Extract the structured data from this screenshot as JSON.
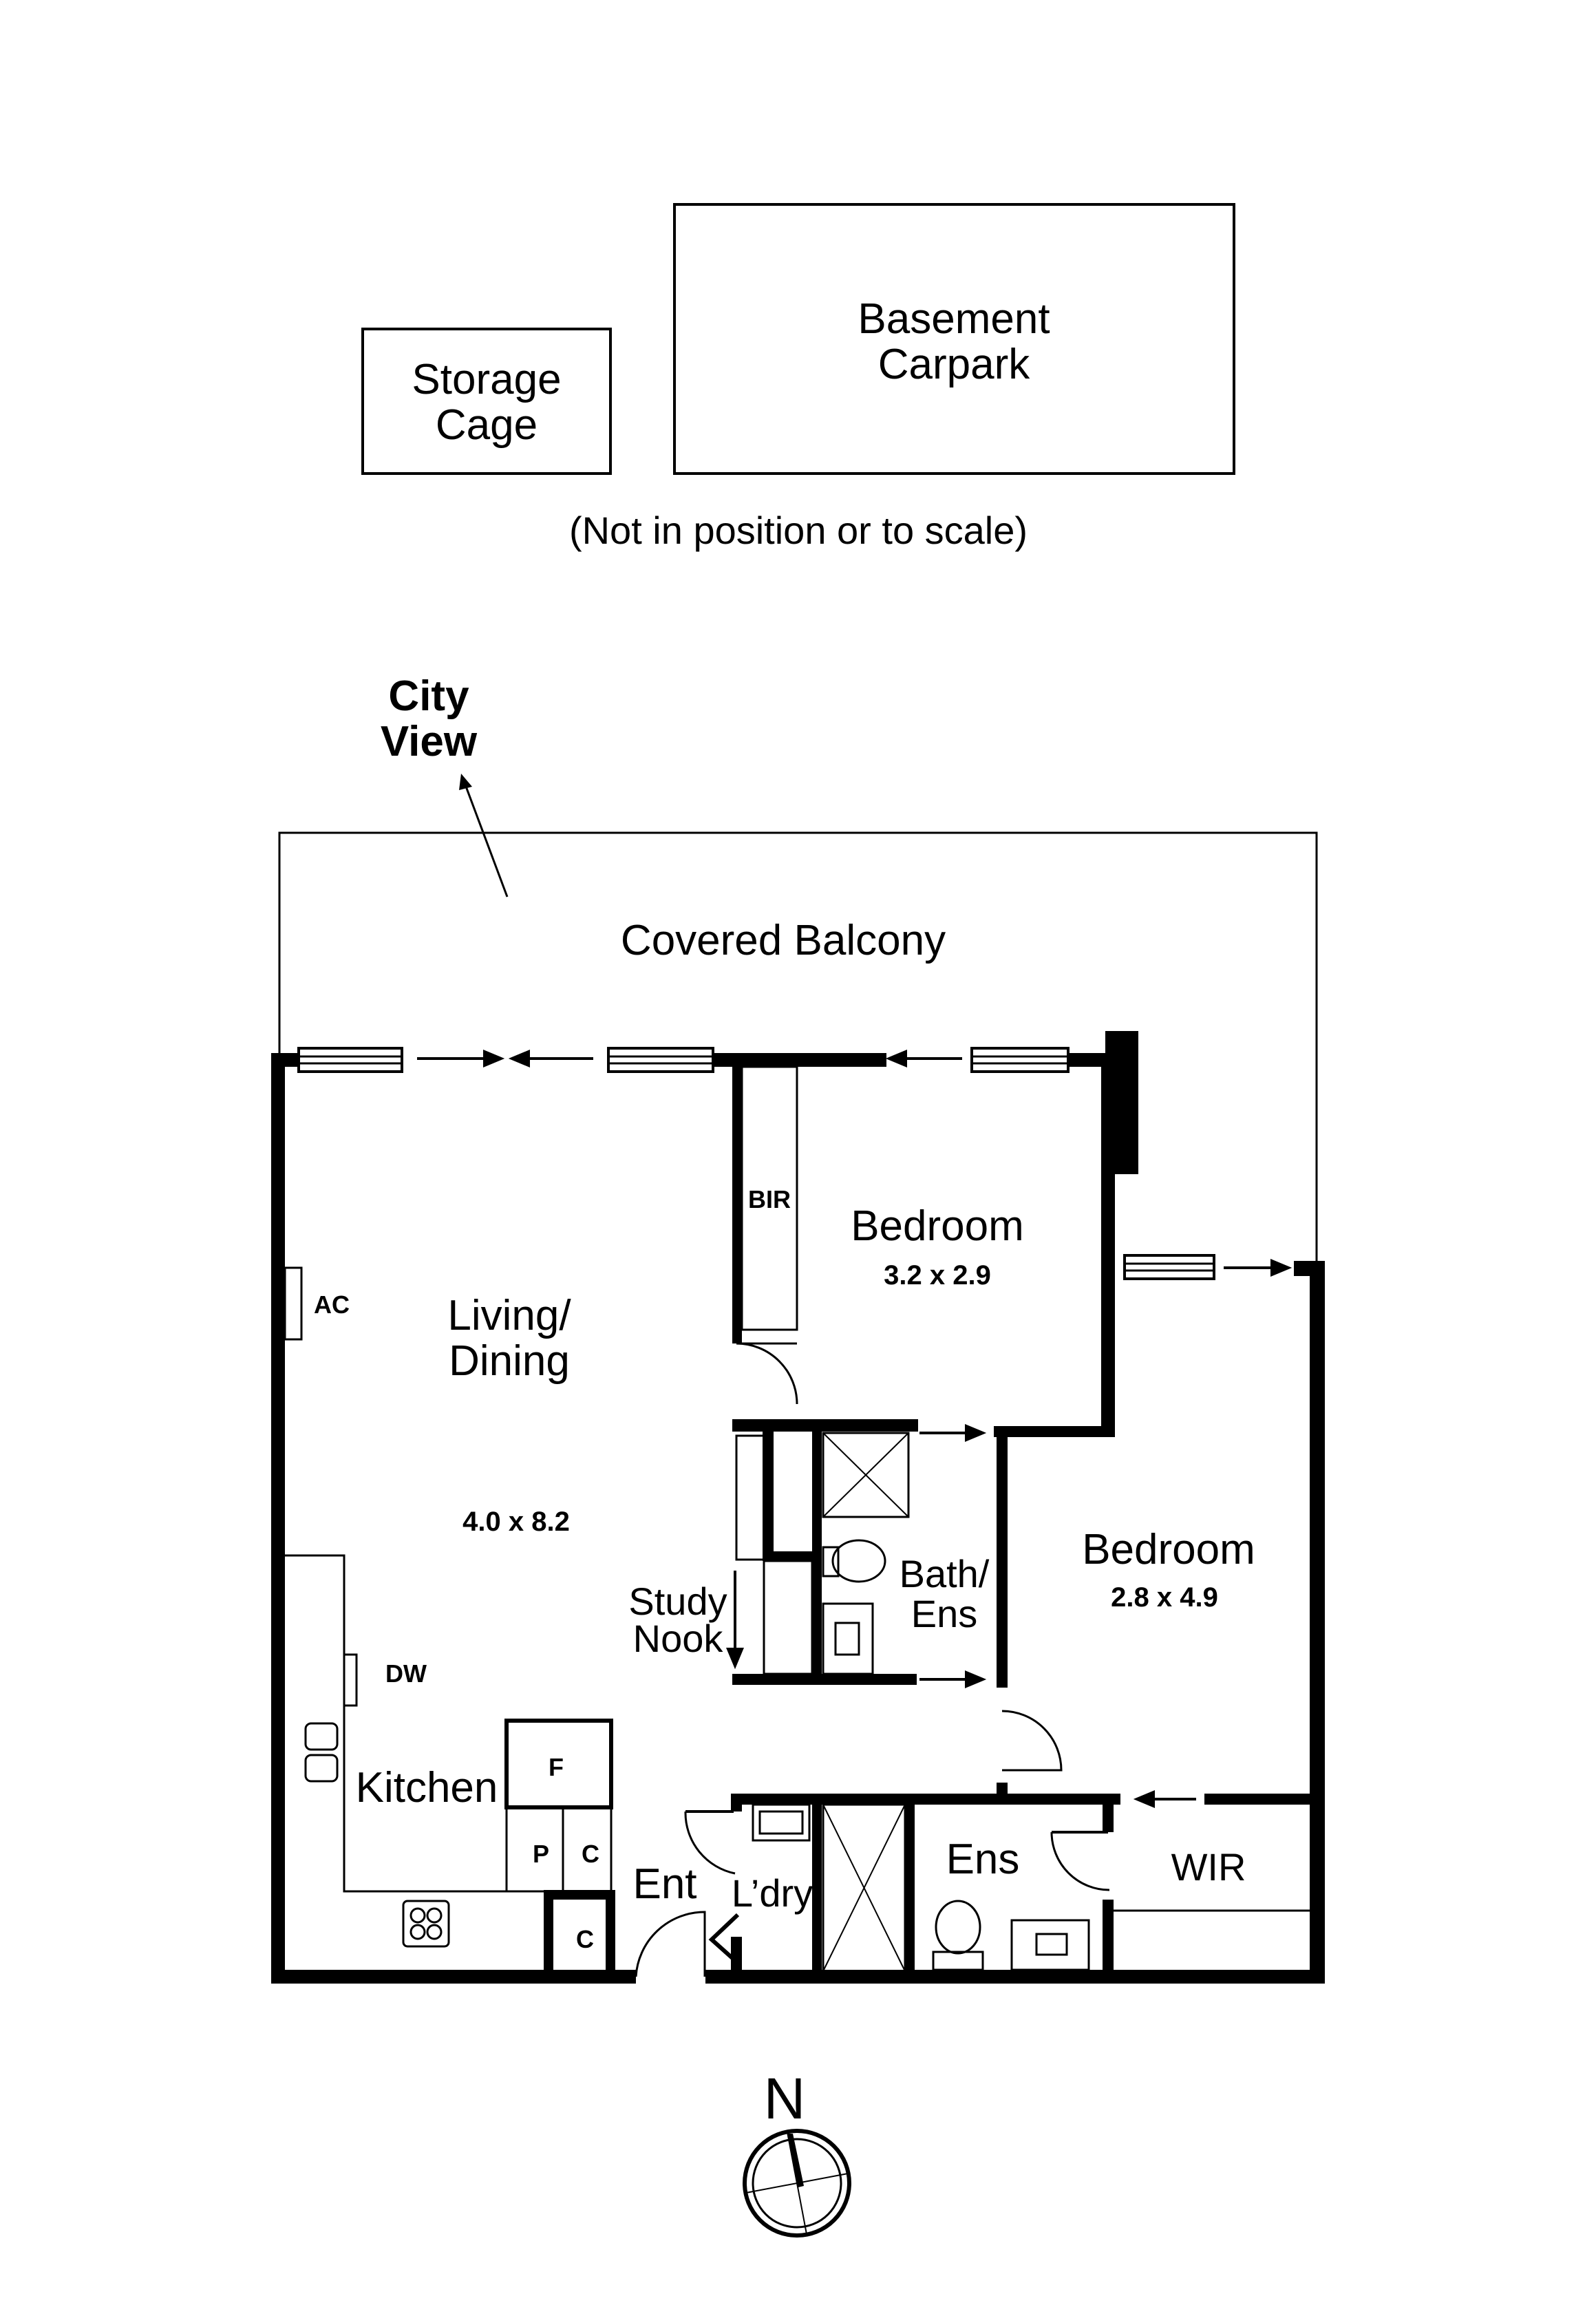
{
  "outbuildings": {
    "storage_cage": [
      "Storage",
      "Cage"
    ],
    "basement_carpark": [
      "Basement",
      "Carpark"
    ],
    "note": "(Not in position or to scale)"
  },
  "view": [
    "City",
    "View"
  ],
  "rooms": {
    "covered_balcony": "Covered Balcony",
    "living_dining": [
      "Living/",
      "Dining"
    ],
    "living_dining_dims": "4.0 x 8.2",
    "bedroom1": "Bedroom",
    "bedroom1_dims": "3.2 x 2.9",
    "bedroom2": "Bedroom",
    "bedroom2_dims": "2.8 x 4.9",
    "bath_ens": [
      "Bath/",
      "Ens"
    ],
    "study_nook": [
      "Study",
      "Nook"
    ],
    "kitchen": "Kitchen",
    "entry": "Ent",
    "laundry": "L’dry",
    "ensuite": "Ens",
    "wir": "WIR"
  },
  "fixtures": {
    "bir": "BIR",
    "ac": "AC",
    "dw": "DW",
    "fridge": "F",
    "pantry": "P",
    "cupboard1": "C",
    "cupboard2": "C"
  },
  "compass": {
    "label": "N"
  }
}
